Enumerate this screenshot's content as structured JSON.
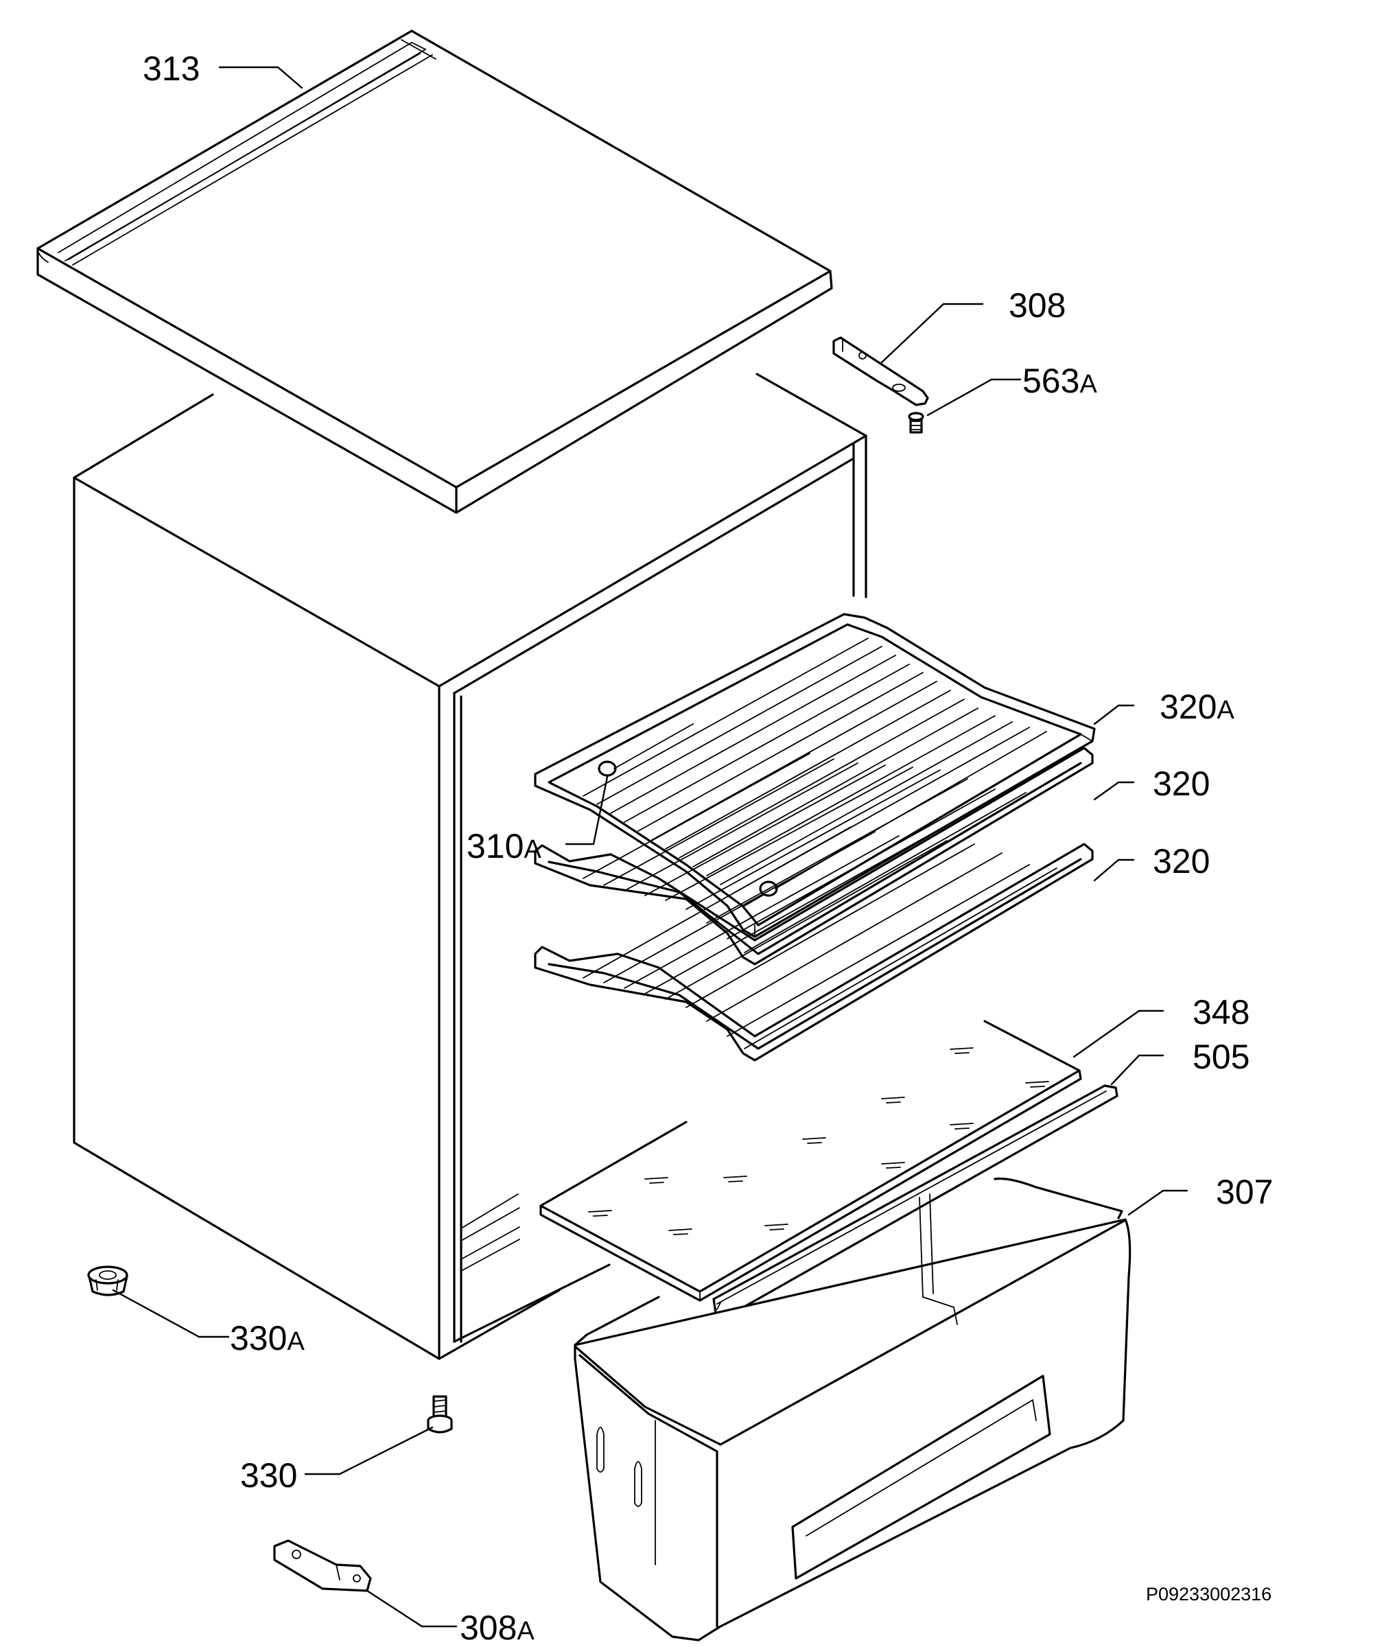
{
  "diagram": {
    "drawing_ref": "P09233002316",
    "callouts": [
      {
        "id": "313",
        "base": "313",
        "suffix": ""
      },
      {
        "id": "308",
        "base": "308",
        "suffix": ""
      },
      {
        "id": "563A",
        "base": "563",
        "suffix": "A"
      },
      {
        "id": "320A",
        "base": "320",
        "suffix": "A"
      },
      {
        "id": "320-upper",
        "base": "320",
        "suffix": ""
      },
      {
        "id": "310A",
        "base": "310",
        "suffix": "A"
      },
      {
        "id": "320-lower",
        "base": "320",
        "suffix": ""
      },
      {
        "id": "348",
        "base": "348",
        "suffix": ""
      },
      {
        "id": "505",
        "base": "505",
        "suffix": ""
      },
      {
        "id": "307",
        "base": "307",
        "suffix": ""
      },
      {
        "id": "330A",
        "base": "330",
        "suffix": "A"
      },
      {
        "id": "330",
        "base": "330",
        "suffix": ""
      },
      {
        "id": "308A",
        "base": "308",
        "suffix": "A"
      }
    ]
  }
}
